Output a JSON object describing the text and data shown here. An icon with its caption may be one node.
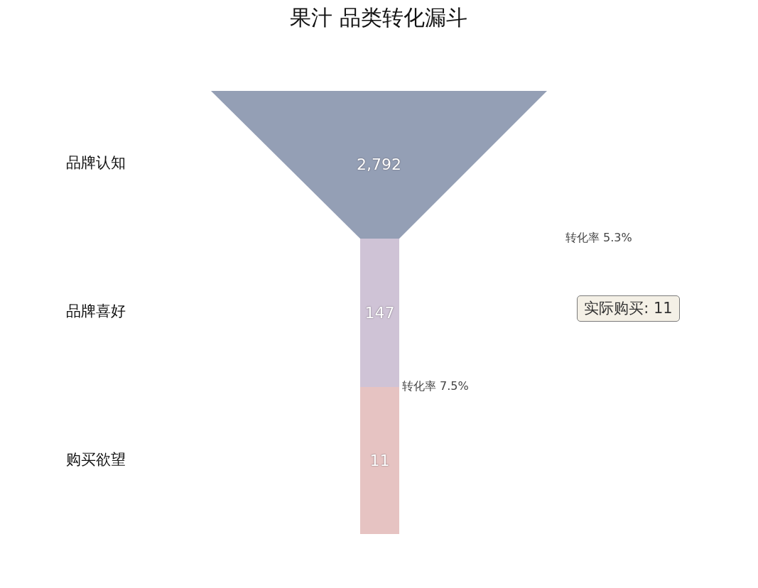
{
  "diagram": {
    "title": "果汁 品类转化漏斗",
    "nodes": [
      {
        "text": [
          "2,792"
        ]
      },
      {
        "text": [
          "147"
        ]
      },
      {
        "text": [
          "11"
        ]
      },
      {
        "text": [
          "实际购买: 11"
        ]
      }
    ],
    "labels": [
      "品牌认知",
      "转化率 5.3%",
      "品牌喜好",
      "转化率 7.5%",
      "购买欲望"
    ]
  }
}
